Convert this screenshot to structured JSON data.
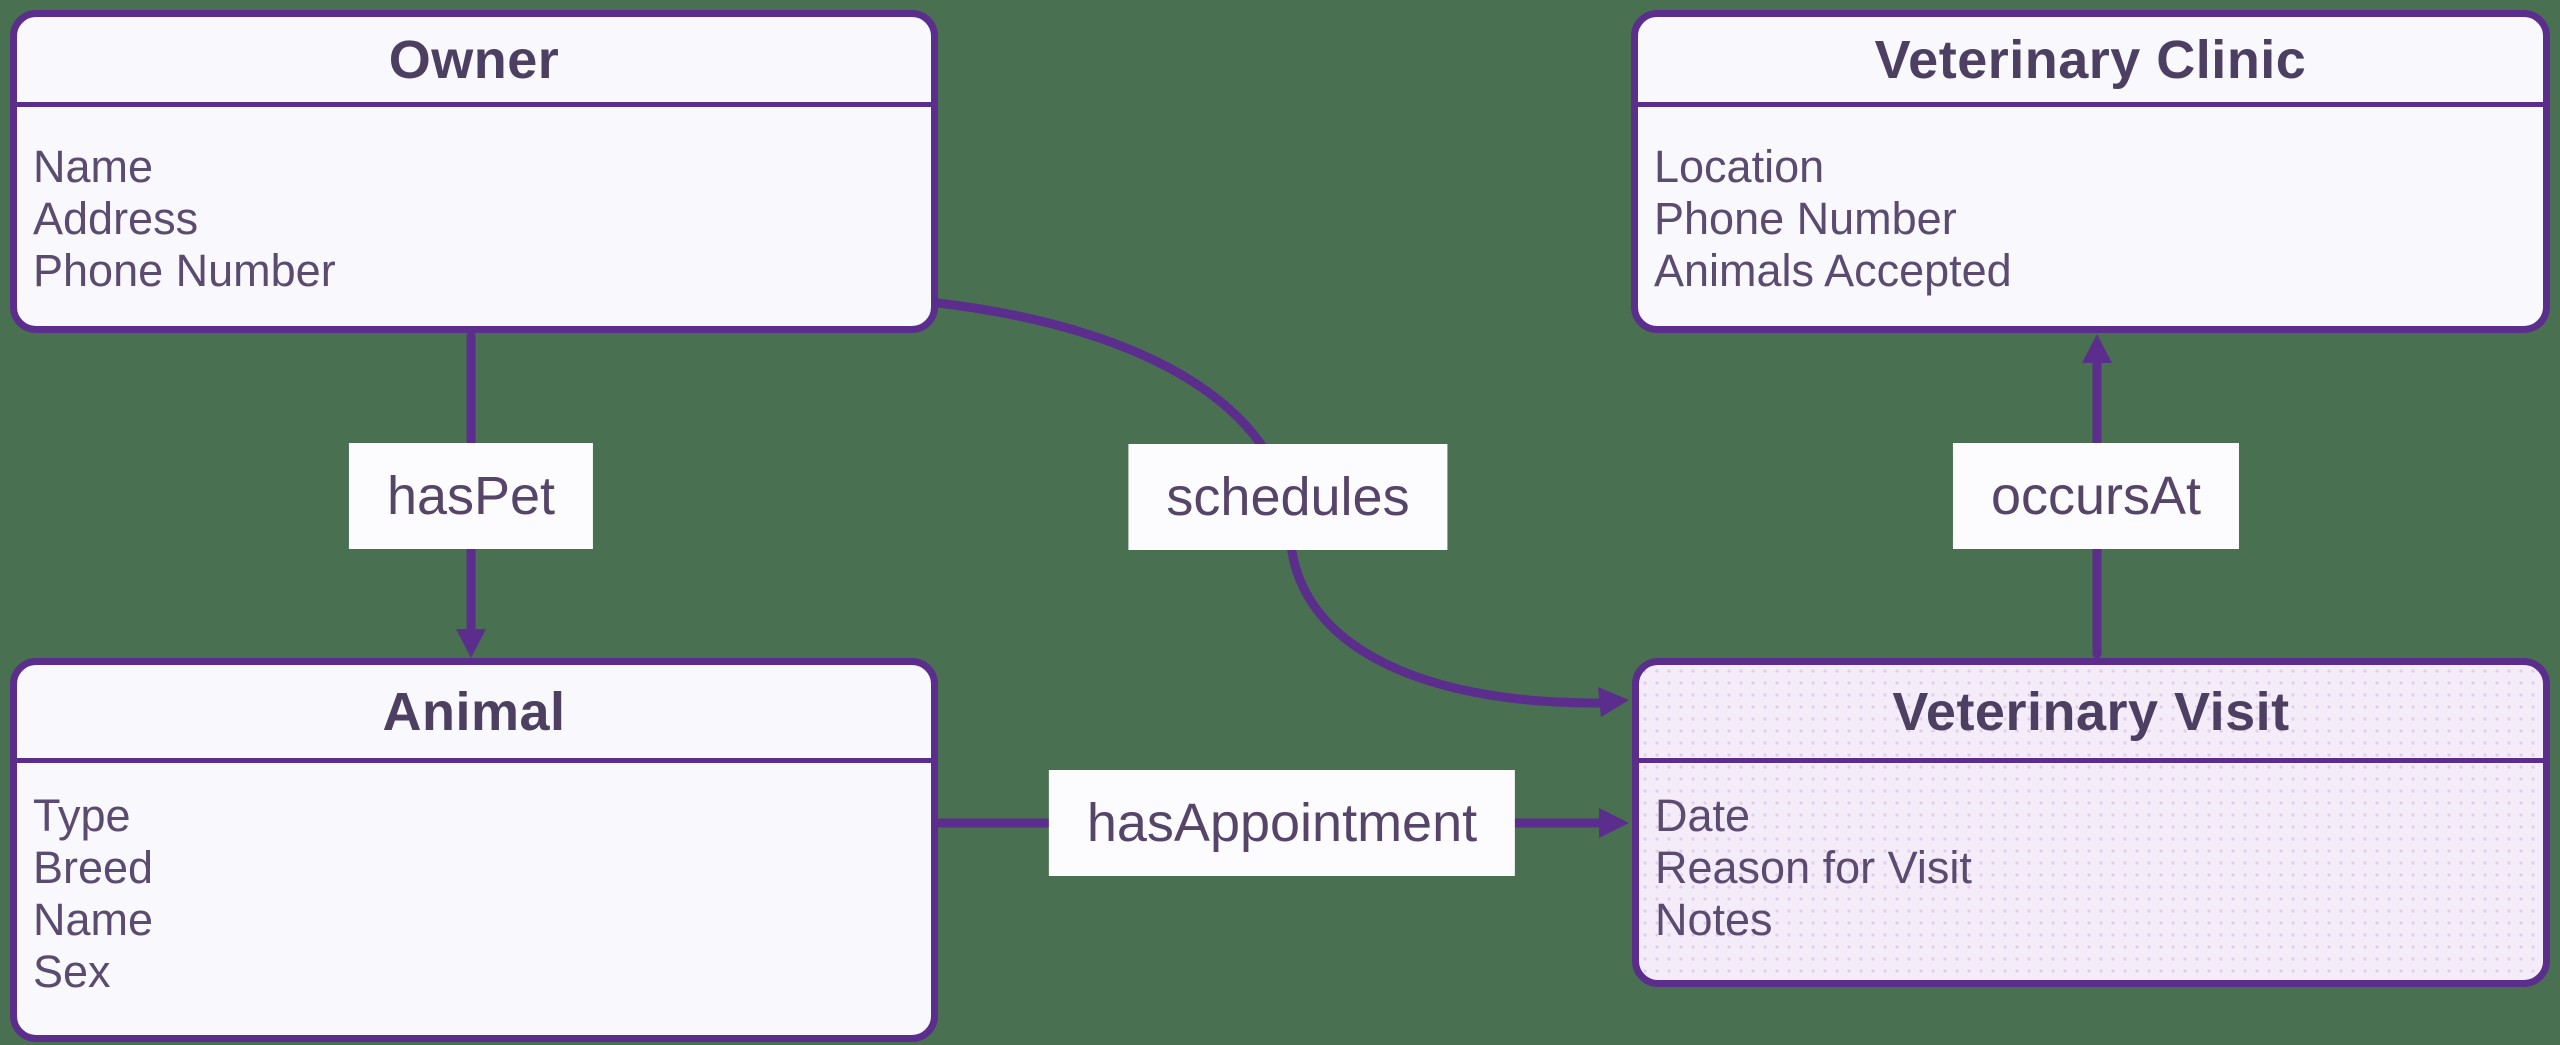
{
  "theme": {
    "background_green": "#4a7052",
    "outline_purple": "#5b2d8c",
    "entity_fill": "#f9f8fc",
    "highlighted_entity_fill": "#f5ecfa",
    "text_purple": "#4d3f61"
  },
  "entities": [
    {
      "title": "Owner",
      "attributes": [
        "Name",
        "Address",
        "Phone Number"
      ],
      "highlighted": false
    },
    {
      "title": "Veterinary Clinic",
      "attributes": [
        "Location",
        "Phone Number",
        "Animals Accepted"
      ],
      "highlighted": false
    },
    {
      "title": "Animal",
      "attributes": [
        "Type",
        "Breed",
        "Name",
        "Sex"
      ],
      "highlighted": false
    },
    {
      "title": "Veterinary Visit",
      "attributes": [
        "Date",
        "Reason for Visit",
        "Notes"
      ],
      "highlighted": true
    }
  ],
  "relationships": [
    {
      "label": "hasPet",
      "from": "Owner",
      "to": "Animal"
    },
    {
      "label": "schedules",
      "from": "Owner",
      "to": "Veterinary Visit"
    },
    {
      "label": "hasAppointment",
      "from": "Animal",
      "to": "Veterinary Visit"
    },
    {
      "label": "occursAt",
      "from": "Veterinary Visit",
      "to": "Veterinary Clinic"
    }
  ]
}
